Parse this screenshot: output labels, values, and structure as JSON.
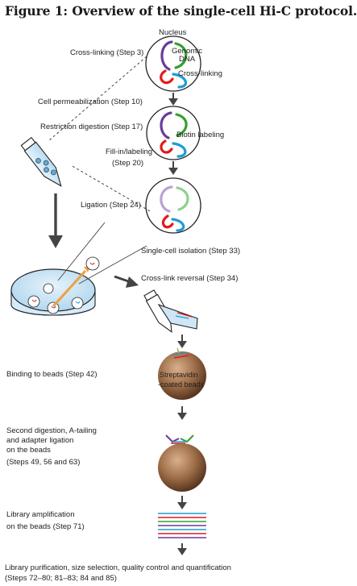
{
  "title": "Figure 1: Overview of the single-cell Hi-C protocol.",
  "labels": {
    "nucleus": "Nucleus",
    "genomic_dna_1": "Genomic",
    "genomic_dna_2": "DNA",
    "cross_linking_mark": "Cross-linking",
    "biotin_labeling": "Biotin labeling",
    "streptavidin_1": "Streptavidin",
    "streptavidin_2": "-coated beads"
  },
  "steps": {
    "cross_linking": "Cross-linking (Step 3)",
    "permeabilization": "Cell permeabilization (Step 10)",
    "restriction": "Restriction digestion (Step 17)",
    "fill_in_1": "Fill-in/labeling",
    "fill_in_2": "(Step 20)",
    "ligation": "Ligation (Step 24)",
    "single_cell": "Single-cell isolation (Step 33)",
    "cross_link_reversal": "Cross-link reversal (Step 34)",
    "binding": "Binding to beads (Step 42)",
    "second_digestion_1": "Second digestion, A-tailing",
    "second_digestion_2": "and adapter ligation",
    "second_digestion_3": "on the beads",
    "second_digestion_4": "(Steps 49, 56 and 63)",
    "library_amp_1": "Library amplification",
    "library_amp_2": "on the beads (Step 71)",
    "purification_1": "Library purification, size selection, quality control and quantification",
    "purification_2": "(Steps 72–80; 81–83; 84 and 85)"
  },
  "colors": {
    "chrom_purple": "#6a3d9a",
    "chrom_green": "#33a02c",
    "chrom_blue": "#1f9bd7",
    "chrom_red": "#e31a1c",
    "bead": "#8b5a3c",
    "arrow": "#444444"
  }
}
